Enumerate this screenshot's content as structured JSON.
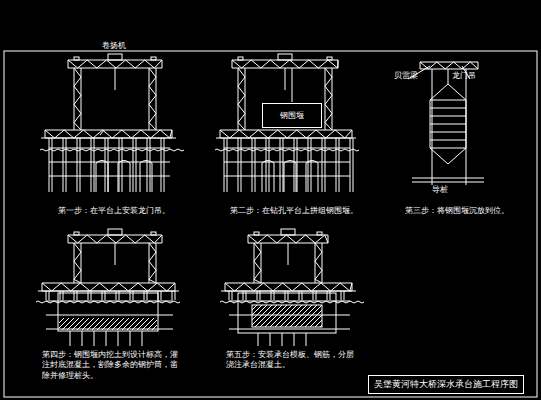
{
  "diagram": {
    "title": "吴堡黄河特大桥深水承台施工程序图",
    "nodes": [
      {
        "text": [
          "钢围堰"
        ]
      }
    ],
    "labels": [
      "卷扬机",
      "贝雷梁",
      "龙门吊",
      "导桩",
      "第一步：在平台上安装龙门吊。",
      "第二步：在钻孔平台上拼组钢围堰。",
      "第三步：将钢围堰沉放到位。",
      "第四步：钢围堰内挖土到设计标高，灌注封底混凝土，割除多余的钢护筒，凿除并修理桩头。",
      "第五步：安装承台模板、钢筋，分层浇注承台混凝土。"
    ]
  }
}
